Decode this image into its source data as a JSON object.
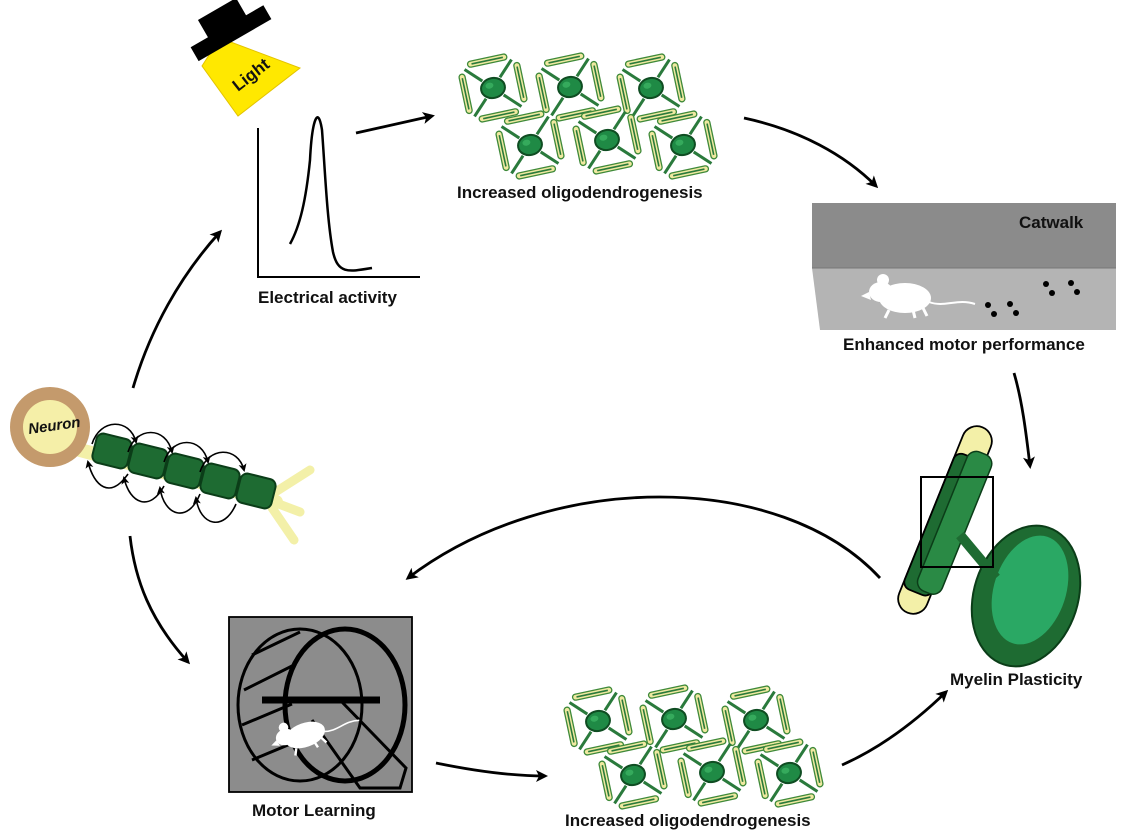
{
  "labels": {
    "light": "Light",
    "electrical_activity": "Electrical activity",
    "increased_top": "Increased oligodendrogenesis",
    "catwalk": "Catwalk",
    "enhanced_motor": "Enhanced motor performance",
    "neuron": "Neuron",
    "myelin_plasticity": "Myelin Plasticity",
    "motor_learning": "Motor Learning",
    "increased_bottom": "Increased oligodendrogenesis"
  },
  "colors": {
    "myelin_green": "#1e6b32",
    "oligo_green": "#2e9a4a",
    "axon_yellow": "#f3f0a8",
    "light_yellow": "#ffe800",
    "neuron_brown": "#c49a6c",
    "panel_gray": "#8c8c8c"
  }
}
